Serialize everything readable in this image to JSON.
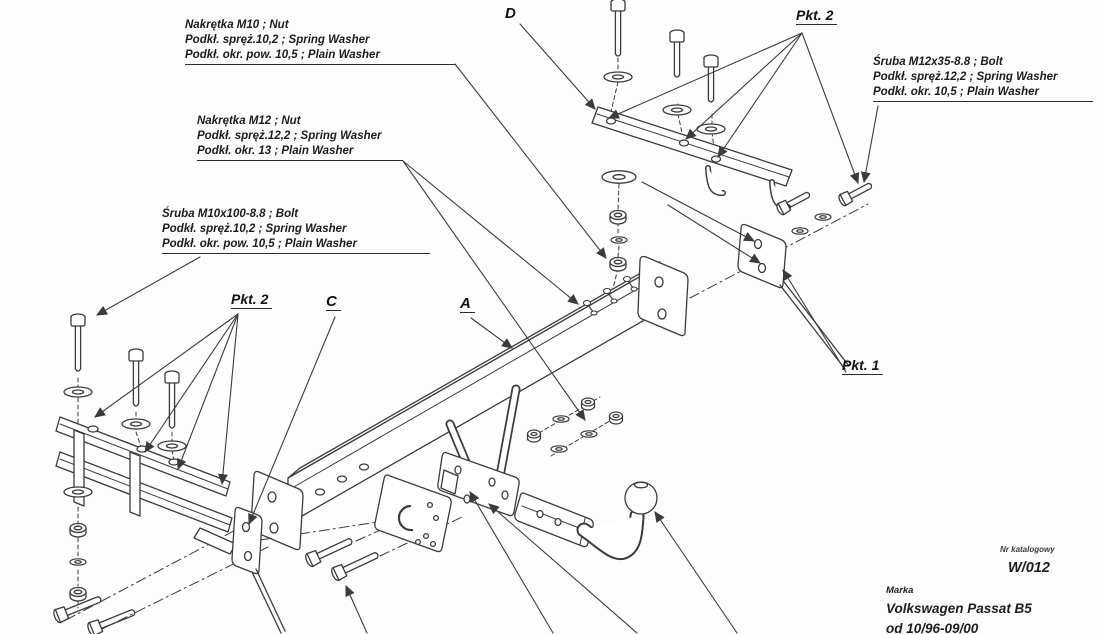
{
  "drawing": {
    "background": "#fdfdfd",
    "line_color": "#3b3b3b",
    "text_color": "#1c1c1c"
  },
  "part_labels": {
    "d": "D",
    "pkt2_top": "Pkt. 2",
    "pkt2_left": "Pkt. 2",
    "c": "C",
    "a": "A",
    "pkt1": "Pkt. 1"
  },
  "callouts": {
    "nut_m10": {
      "line1": "Nakrętka  M10 ; Nut",
      "line2": "Podkł. spręż.10,2 ; Spring Washer",
      "line3": "Podkł. okr. pow. 10,5 ; Plain Washer"
    },
    "nut_m12": {
      "line1": "Nakrętka  M12 ; Nut",
      "line2": "Podkł. spręż.12,2 ; Spring Washer",
      "line3": "Podkł. okr. 13 ; Plain Washer"
    },
    "bolt_m10x100": {
      "line1": "Śruba M10x100-8.8 ;  Bolt",
      "line2": "Podkł. spręż.10,2 ; Spring Washer",
      "line3": "Podkł. okr. pow. 10,5 ; Plain Washer"
    },
    "bolt_m12x35": {
      "line1": "Śruba M12x35-8.8 ;  Bolt",
      "line2": "Podkł. spręż.12,2 ; Spring Washer",
      "line3": "Podkł. okr. 10,5 ; Plain Washer"
    }
  },
  "title_block": {
    "catalog_label": "Nr katalogowy",
    "catalog_number": "W/012",
    "make_label": "Marka",
    "model": "Volkswagen Passat B5",
    "years": "od 10/96-09/00"
  }
}
